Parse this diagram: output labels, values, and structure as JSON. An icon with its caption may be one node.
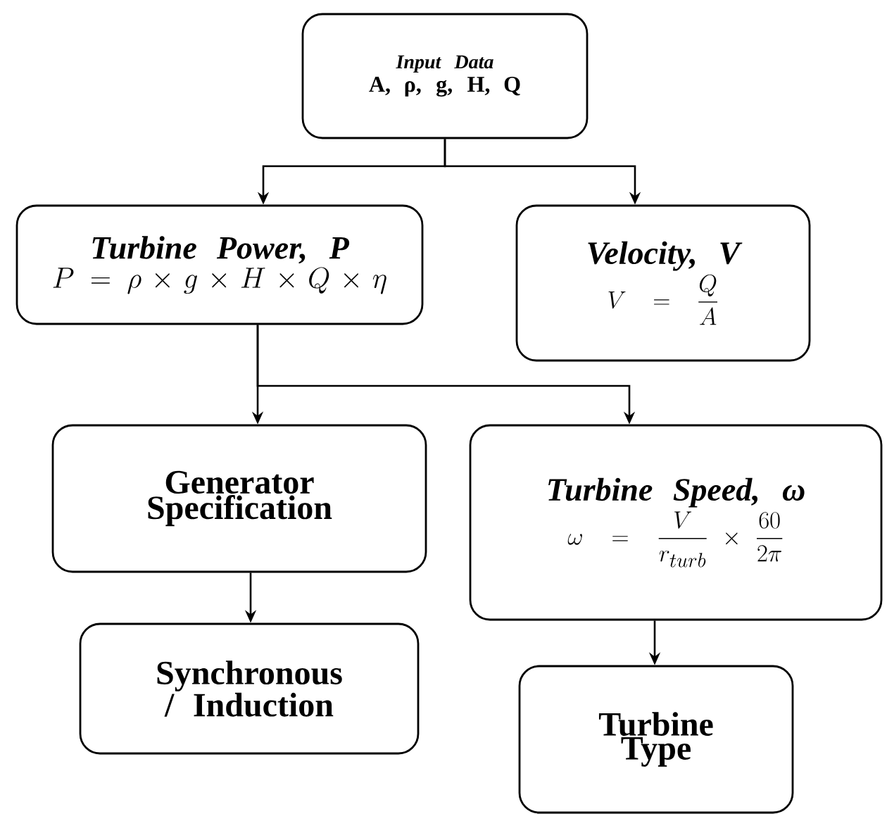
{
  "diagram": {
    "nodes": [
      {
        "text": [
          "Input Data",
          "A, ρ, g, H, Q"
        ]
      },
      {
        "text": [
          "Turbine Power, P",
          "P = \\rho \\times g \\times H \\times Q \\times \\eta"
        ]
      },
      {
        "text": [
          "Velocity, V",
          "V = \\frac{Q}{A}"
        ]
      },
      {
        "text": [
          "Generator Specification"
        ]
      },
      {
        "text": [
          "Turbine Speed, ω",
          "\\omega = \\frac{V}{r_{turb}} \\times \\frac{60}{2\\pi}"
        ]
      },
      {
        "text": [
          "Synchronous / Induction"
        ]
      },
      {
        "text": [
          "Turbine Type"
        ]
      }
    ],
    "edges": [
      {
        "from": 0,
        "to": 1,
        "arrow": "to"
      },
      {
        "from": 0,
        "to": 2,
        "arrow": "to"
      },
      {
        "from": 1,
        "to": 3,
        "arrow": "to"
      },
      {
        "from": 1,
        "to": 4,
        "arrow": "to"
      },
      {
        "from": 3,
        "to": 5,
        "arrow": "to"
      },
      {
        "from": 4,
        "to": 6,
        "arrow": "to"
      }
    ]
  }
}
